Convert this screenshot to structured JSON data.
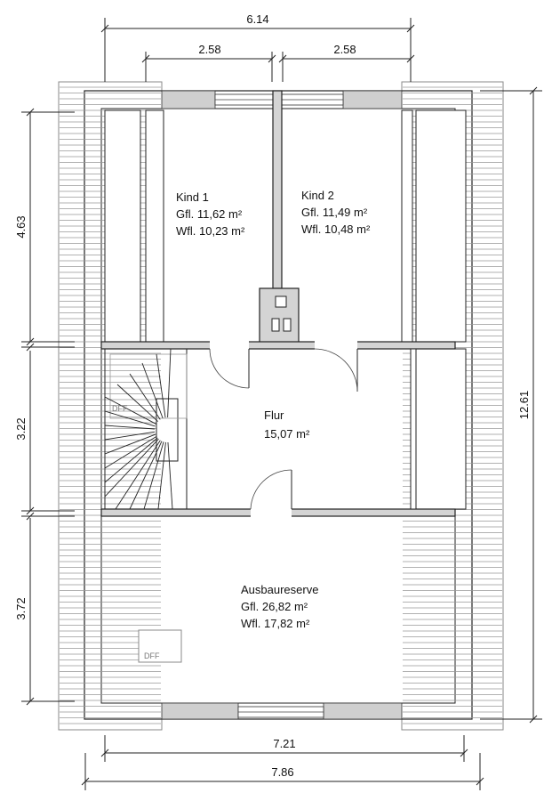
{
  "dimensions": {
    "top_total": "6.14",
    "top_left": "2.58",
    "top_right": "2.58",
    "left_upper": "4.63",
    "left_middle": "3.22",
    "left_lower": "3.72",
    "right_total": "12.61",
    "bottom_inner": "7.21",
    "bottom_outer": "7.86"
  },
  "rooms": {
    "kind1": {
      "name": "Kind 1",
      "gfl": "Gfl. 11,62 m²",
      "wfl": "Wfl. 10,23 m²"
    },
    "kind2": {
      "name": "Kind 2",
      "gfl": "Gfl. 11,49 m²",
      "wfl": "Wfl. 10,48 m²"
    },
    "flur": {
      "name": "Flur",
      "area": "15,07 m²"
    },
    "ausbau": {
      "name": "Ausbaureserve",
      "gfl": "Gfl. 26,82 m²",
      "wfl": "Wfl. 17,82 m²"
    }
  },
  "labels": {
    "dff_stair": "DFF",
    "dff_ausbau": "DFF"
  }
}
